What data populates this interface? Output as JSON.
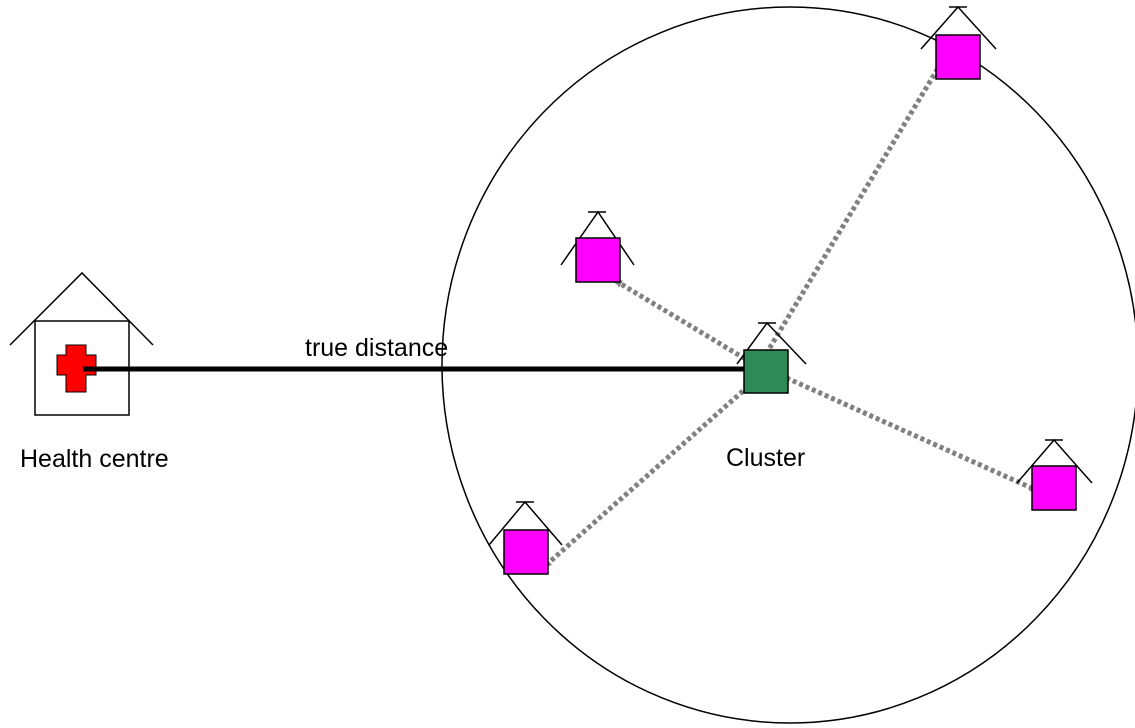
{
  "labels": {
    "health_centre": "Health centre",
    "true_distance": "true distance",
    "cluster": "Cluster"
  },
  "colors": {
    "outline": "#000000",
    "health_cross": "#ff0000",
    "cluster_house": "#2e8b57",
    "household_house": "#ff00ff",
    "dotted_arrow": "#808080",
    "background": "#ffffff"
  },
  "icons": {
    "health_centre": "hospital-house-icon",
    "cluster": "cluster-house-icon",
    "household": "household-house-icon"
  }
}
